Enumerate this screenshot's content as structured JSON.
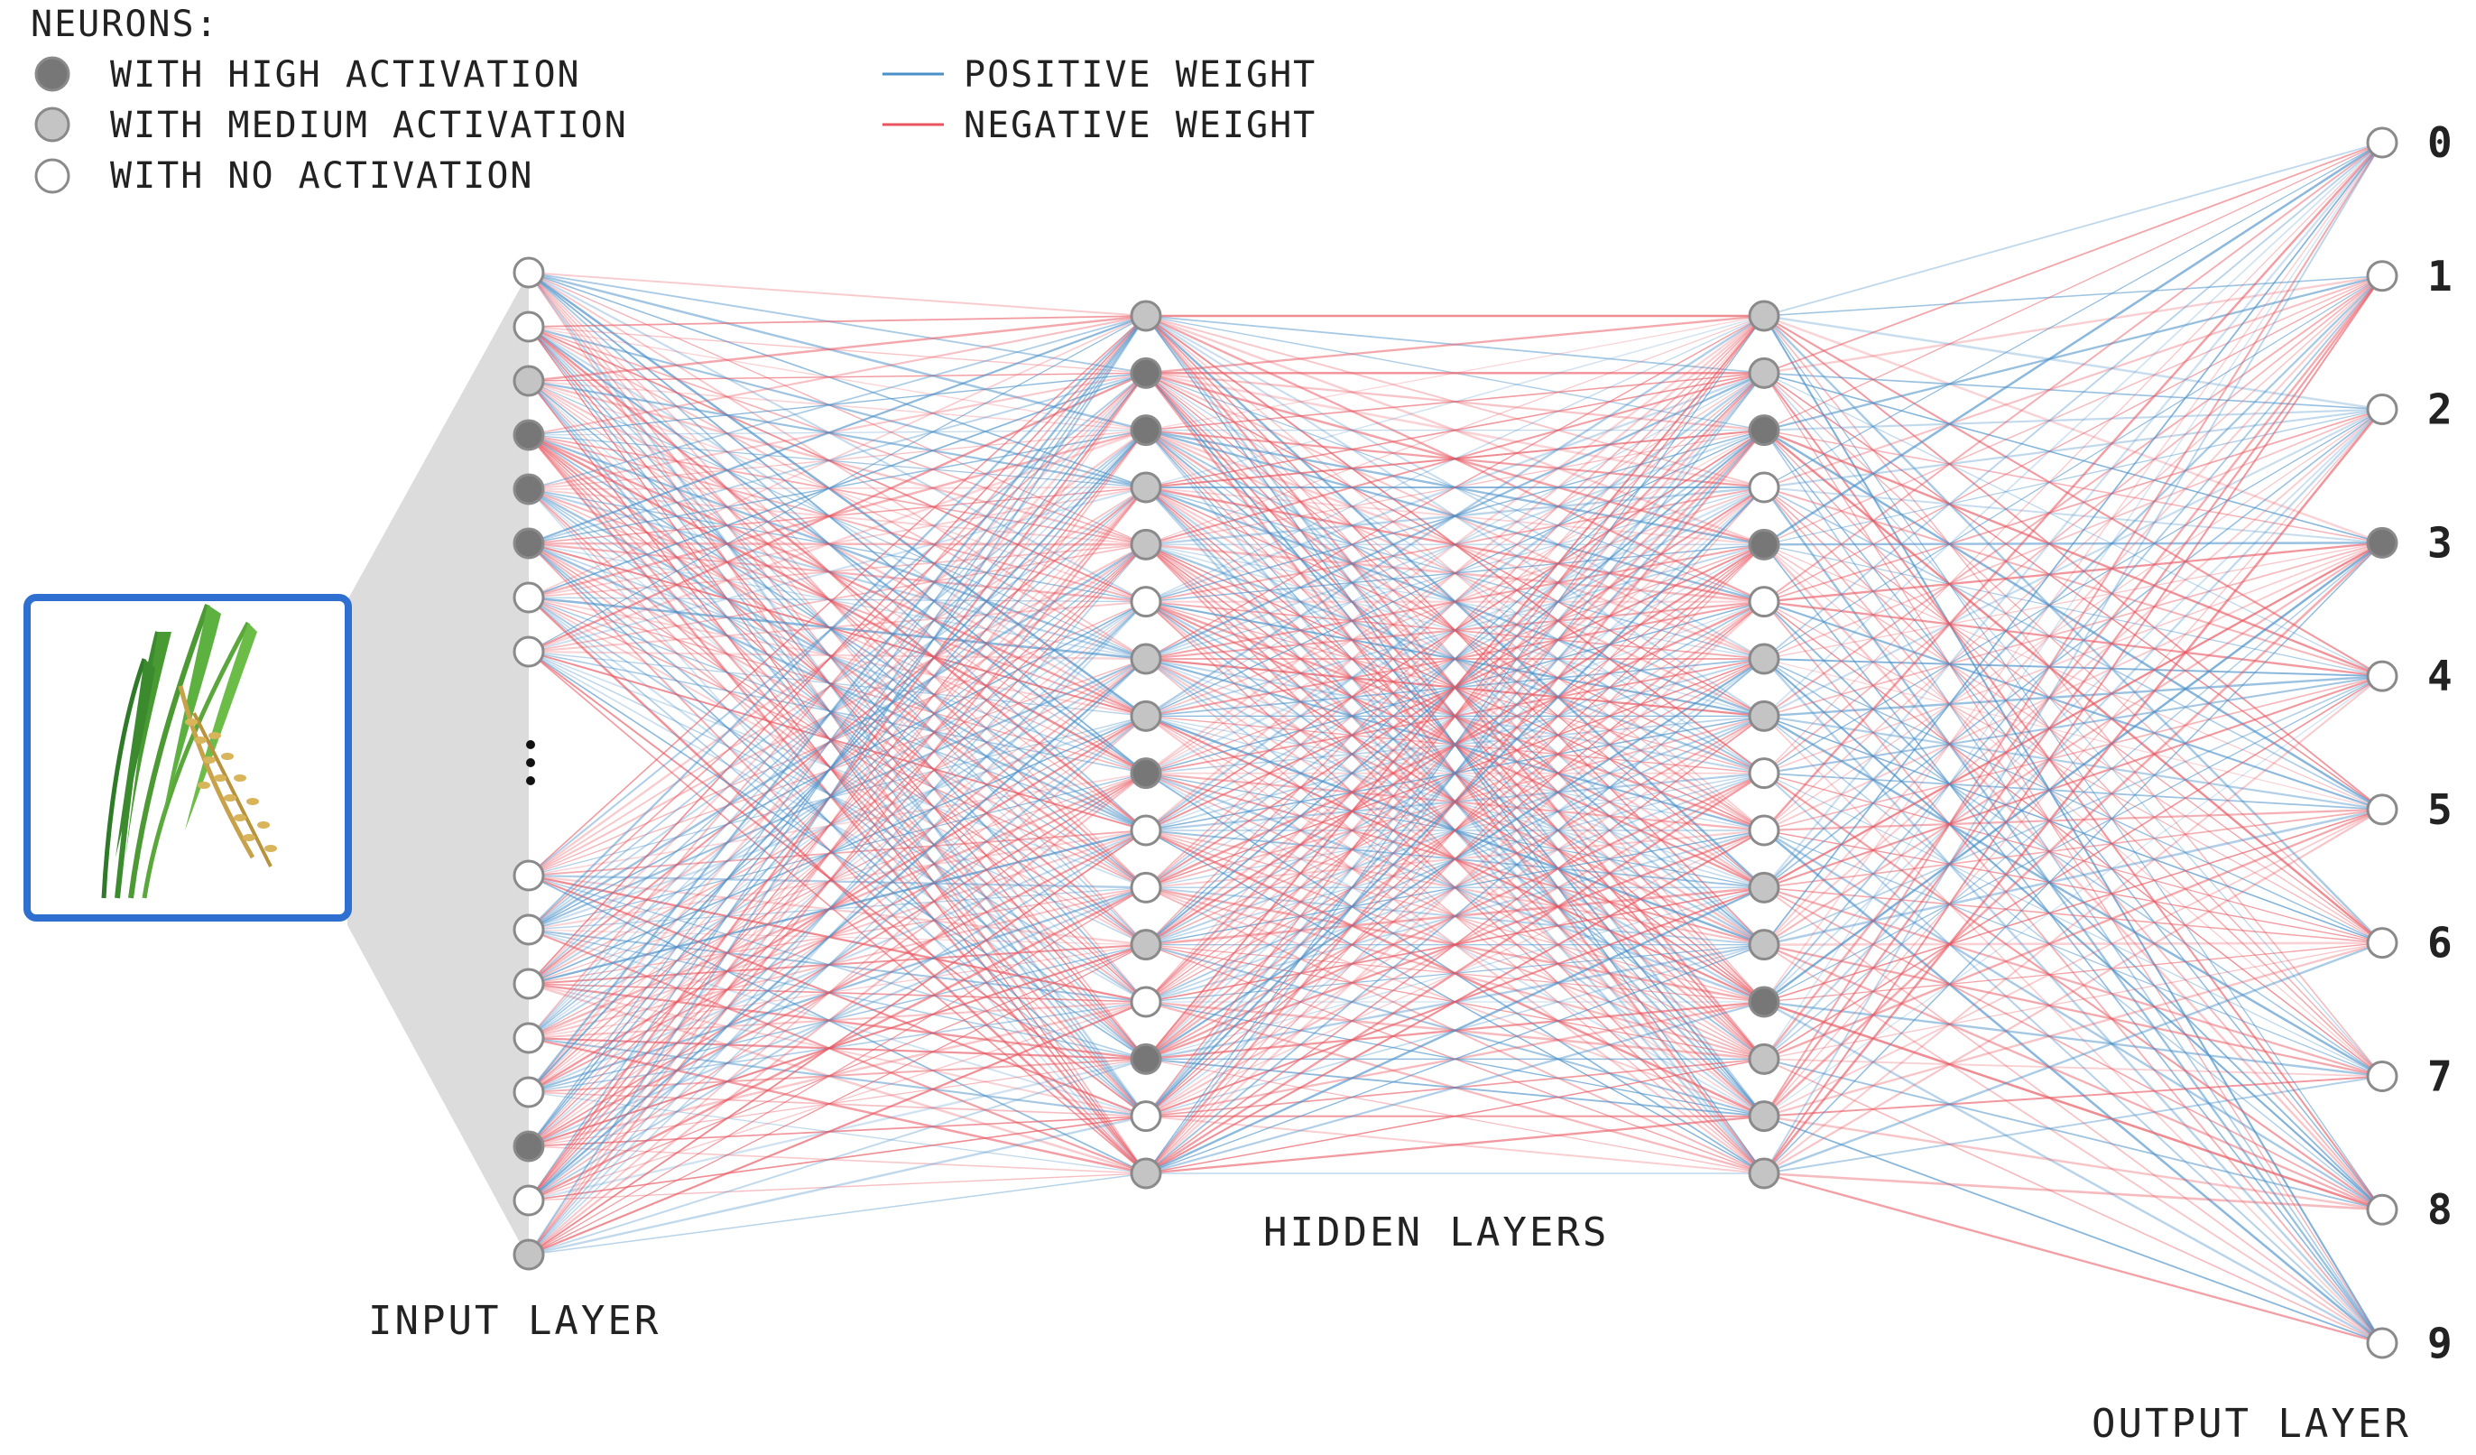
{
  "legend": {
    "title": "NEURONS:",
    "high": "WITH HIGH ACTIVATION",
    "medium": "WITH MEDIUM ACTIVATION",
    "none": "WITH NO ACTIVATION",
    "positive": "POSITIVE WEIGHT",
    "negative": "NEGATIVE WEIGHT"
  },
  "labels": {
    "input": "INPUT LAYER",
    "hidden": "HIDDEN LAYERS",
    "output": "OUTPUT LAYER"
  },
  "colors": {
    "high": "#777777",
    "medium": "#c4c4c4",
    "none": "#ffffff",
    "node_stroke": "#8a8a8a",
    "positive": "#4a90c8",
    "negative": "#e8555f",
    "funnel": "#dcdcdc",
    "image_border": "#2f6fd0"
  },
  "image": {
    "depicts": "rice-plant-icon"
  },
  "network": {
    "input_top": [
      "none",
      "none",
      "medium",
      "high",
      "high",
      "high",
      "none",
      "none"
    ],
    "input_bottom": [
      "none",
      "none",
      "none",
      "none",
      "none",
      "high",
      "none",
      "medium"
    ],
    "hidden1": [
      "medium",
      "high",
      "high",
      "medium",
      "medium",
      "none",
      "medium",
      "medium",
      "high",
      "none",
      "none",
      "medium",
      "none",
      "high",
      "none",
      "medium"
    ],
    "hidden2": [
      "medium",
      "medium",
      "high",
      "none",
      "high",
      "none",
      "medium",
      "medium",
      "none",
      "none",
      "medium",
      "medium",
      "high",
      "medium",
      "medium",
      "medium"
    ],
    "output": [
      {
        "label": "0",
        "level": "none"
      },
      {
        "label": "1",
        "level": "none"
      },
      {
        "label": "2",
        "level": "none"
      },
      {
        "label": "3",
        "level": "high"
      },
      {
        "label": "4",
        "level": "none"
      },
      {
        "label": "5",
        "level": "none"
      },
      {
        "label": "6",
        "level": "none"
      },
      {
        "label": "7",
        "level": "none"
      },
      {
        "label": "8",
        "level": "none"
      },
      {
        "label": "9",
        "level": "none"
      }
    ]
  }
}
